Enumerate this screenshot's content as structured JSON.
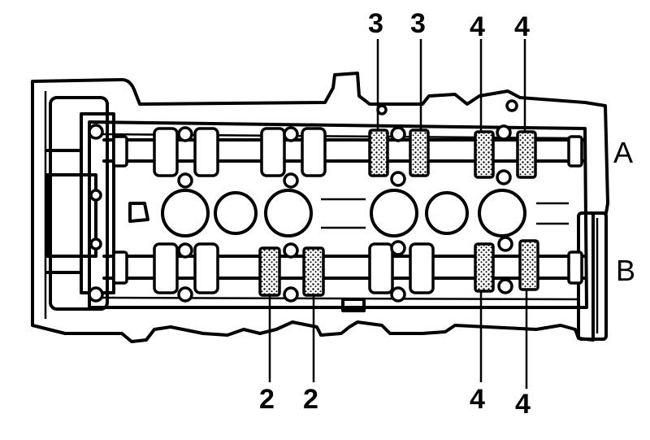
{
  "row_labels": {
    "top": "A",
    "bottom": "B"
  },
  "callouts": {
    "top": [
      "3",
      "3",
      "4",
      "4"
    ],
    "bottom": [
      "2",
      "2",
      "4",
      "4"
    ]
  }
}
